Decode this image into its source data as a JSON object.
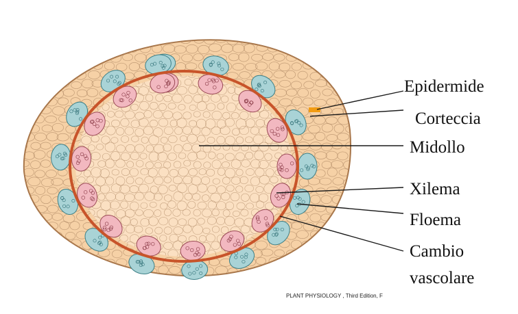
{
  "labels": {
    "epidermide": "Epidermide",
    "corteccia": "Corteccia",
    "midollo": "Midollo",
    "xilema": "Xilema",
    "floema": "Floema",
    "cambio_line1": "Cambio",
    "cambio_line2": "vascolare"
  },
  "credit": "PLANT PHYSIOLOGY , Third Edition, F",
  "colors": {
    "cortex": "#f6d1a6",
    "epidermis_outline": "#a8764a",
    "cell_outline": "#b08a66",
    "pith": "#fbe0c2",
    "cambium_ring": "#c8542a",
    "xylem": "#f2b8c0",
    "phloem": "#a9d3d6",
    "highlight": "#f39c12",
    "leader": "#1a1a1a"
  }
}
